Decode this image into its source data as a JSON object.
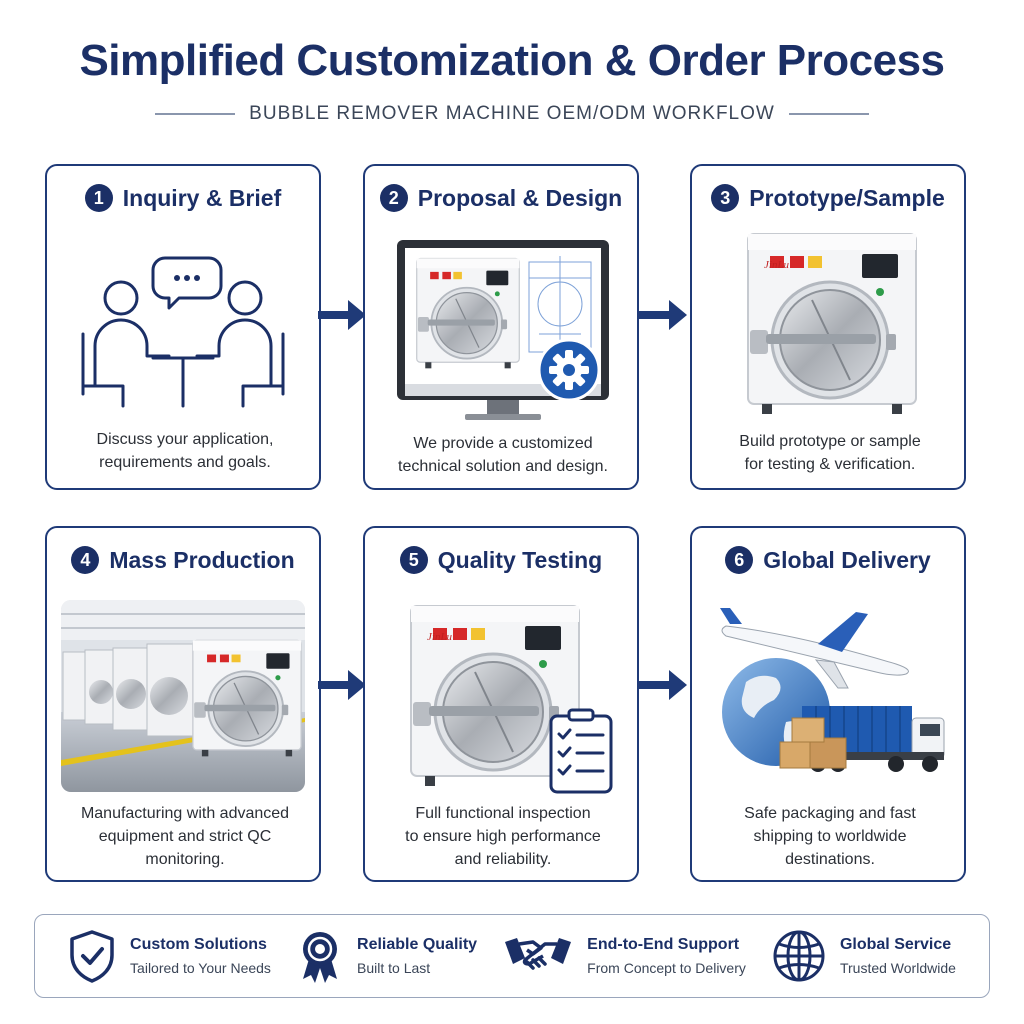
{
  "header": {
    "title": "Simplified Customization & Order Process",
    "subtitle": "BUBBLE REMOVER MACHINE OEM/ODM WORKFLOW"
  },
  "steps": [
    {
      "number": "1",
      "title": "Inquiry & Brief",
      "description_lines": [
        "Discuss your application,",
        "requirements and goals."
      ],
      "icon": "consultation-people-icon"
    },
    {
      "number": "2",
      "title": "Proposal & Design",
      "description_lines": [
        "We provide a customized",
        "technical solution and design."
      ],
      "icon": "monitor-design-gear-icon"
    },
    {
      "number": "3",
      "title": "Prototype/Sample",
      "description_lines": [
        "Build prototype or sample",
        "for testing & verification."
      ],
      "icon": "bubble-remover-machine-image"
    },
    {
      "number": "4",
      "title": "Mass Production",
      "description_lines": [
        "Manufacturing with advanced",
        "equipment and strict QC",
        "monitoring."
      ],
      "icon": "factory-production-line-image"
    },
    {
      "number": "5",
      "title": "Quality Testing",
      "description_lines": [
        "Full functional inspection",
        "to ensure high performance",
        "and reliability."
      ],
      "icon": "machine-checklist-image"
    },
    {
      "number": "6",
      "title": "Global Delivery",
      "description_lines": [
        "Safe packaging and fast",
        "shipping to worldwide",
        "destinations."
      ],
      "icon": "globe-plane-truck-image"
    }
  ],
  "machine": {
    "brand_label": "JinLu"
  },
  "features": [
    {
      "title": "Custom Solutions",
      "subtitle": "Tailored to Your Needs",
      "icon": "shield-check-icon"
    },
    {
      "title": "Reliable Quality",
      "subtitle": "Built to Last",
      "icon": "award-ribbon-icon"
    },
    {
      "title": "End-to-End Support",
      "subtitle": "From Concept to Delivery",
      "icon": "handshake-icon"
    },
    {
      "title": "Global Service",
      "subtitle": "Trusted Worldwide",
      "icon": "globe-icon"
    }
  ],
  "colors": {
    "navy": "#1b2f66",
    "border": "#1f3a78",
    "accent_blue": "#2f6fd0"
  }
}
